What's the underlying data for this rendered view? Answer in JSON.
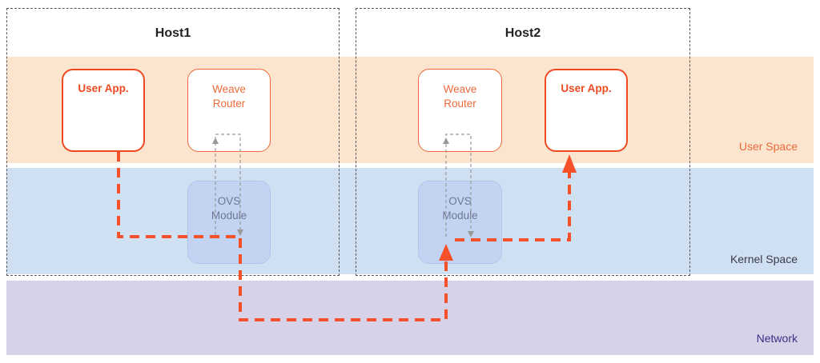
{
  "diagram": {
    "layers": {
      "user_space": {
        "label": "User Space",
        "color": "#fbe5cf",
        "label_color": "#ee6a3c"
      },
      "kernel_space": {
        "label": "Kernel Space",
        "color": "#cfe0f3",
        "label_color": "#3a3a4a"
      },
      "network": {
        "label": "Network",
        "color": "#d8d2e9",
        "label_color": "#3a2e8a"
      }
    },
    "hosts": [
      {
        "title": "Host1",
        "user_app": {
          "label": "User App."
        },
        "weave_router": {
          "line1": "Weave",
          "line2": "Router"
        },
        "ovs_module": {
          "line1": "OVS",
          "line2": "Module"
        }
      },
      {
        "title": "Host2",
        "user_app": {
          "label": "User App."
        },
        "weave_router": {
          "line1": "Weave",
          "line2": "Router"
        },
        "ovs_module": {
          "line1": "OVS",
          "line2": "Module"
        }
      }
    ],
    "colors": {
      "data_path": "#f4502a",
      "control_path": "#999999"
    }
  }
}
